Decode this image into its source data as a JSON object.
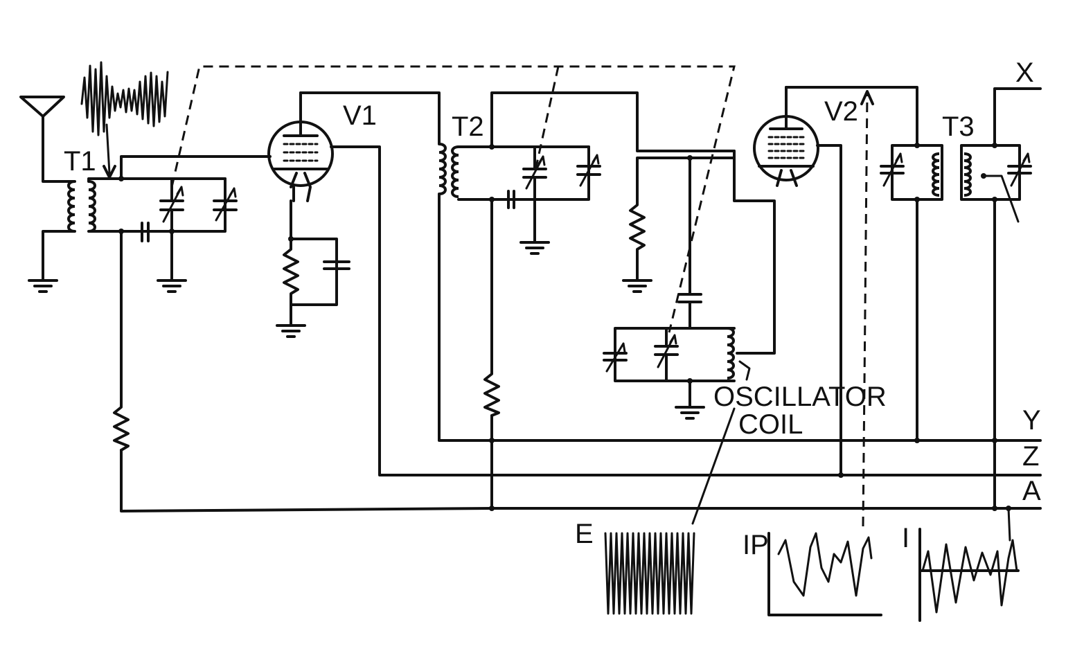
{
  "labels": {
    "T1": "T1",
    "T2": "T2",
    "T3": "T3",
    "V1": "V1",
    "V2": "V2",
    "X": "X",
    "Y": "Y",
    "Z": "Z",
    "A": "A",
    "E": "E",
    "IP": "IP",
    "I": "I",
    "oscillator_line1": "OSCILLATOR",
    "oscillator_line2": "COIL"
  }
}
